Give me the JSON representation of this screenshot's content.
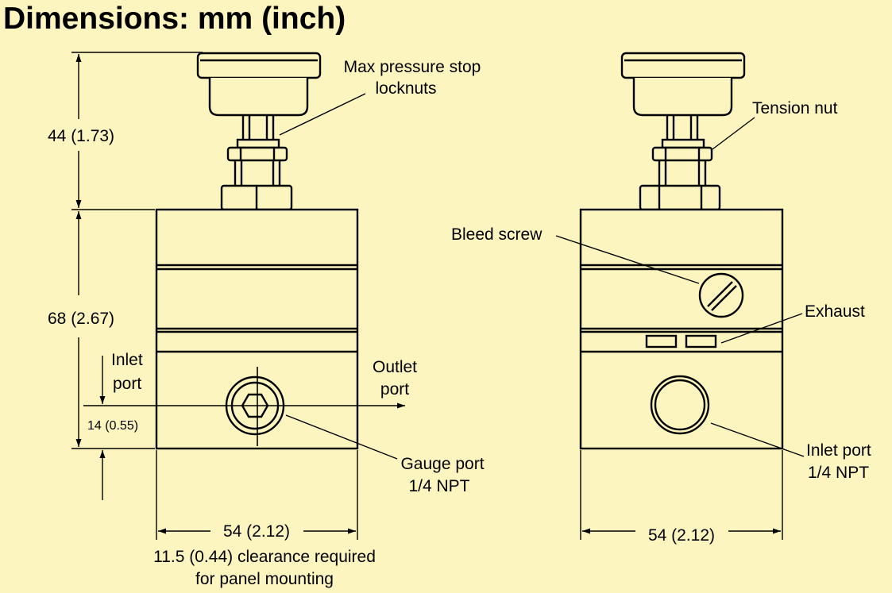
{
  "title": "Dimensions: mm (inch)",
  "colors": {
    "background": "#fdf5bf",
    "line": "#000000",
    "body_fill": "#fdf5bf"
  },
  "left_view": {
    "dim_height_top": "44 (1.73)",
    "dim_height_body": "68 (2.67)",
    "dim_port_height": "14 (0.55)",
    "dim_width": "54 (2.12)",
    "clearance_line1": "11.5 (0.44) clearance required",
    "clearance_line2": "for panel mounting",
    "label_locknuts_line1": "Max pressure stop",
    "label_locknuts_line2": "locknuts",
    "label_inlet_line1": "Inlet",
    "label_inlet_line2": "port",
    "label_outlet_line1": "Outlet",
    "label_outlet_line2": "port",
    "label_gauge_line1": "Gauge  port",
    "label_gauge_line2": "1/4 NPT"
  },
  "right_view": {
    "label_tension_nut": "Tension nut",
    "label_bleed_screw": "Bleed screw",
    "label_exhaust": "Exhaust",
    "label_inlet_line1": "Inlet port",
    "label_inlet_line2": "1/4 NPT",
    "dim_width": "54 (2.12)"
  }
}
